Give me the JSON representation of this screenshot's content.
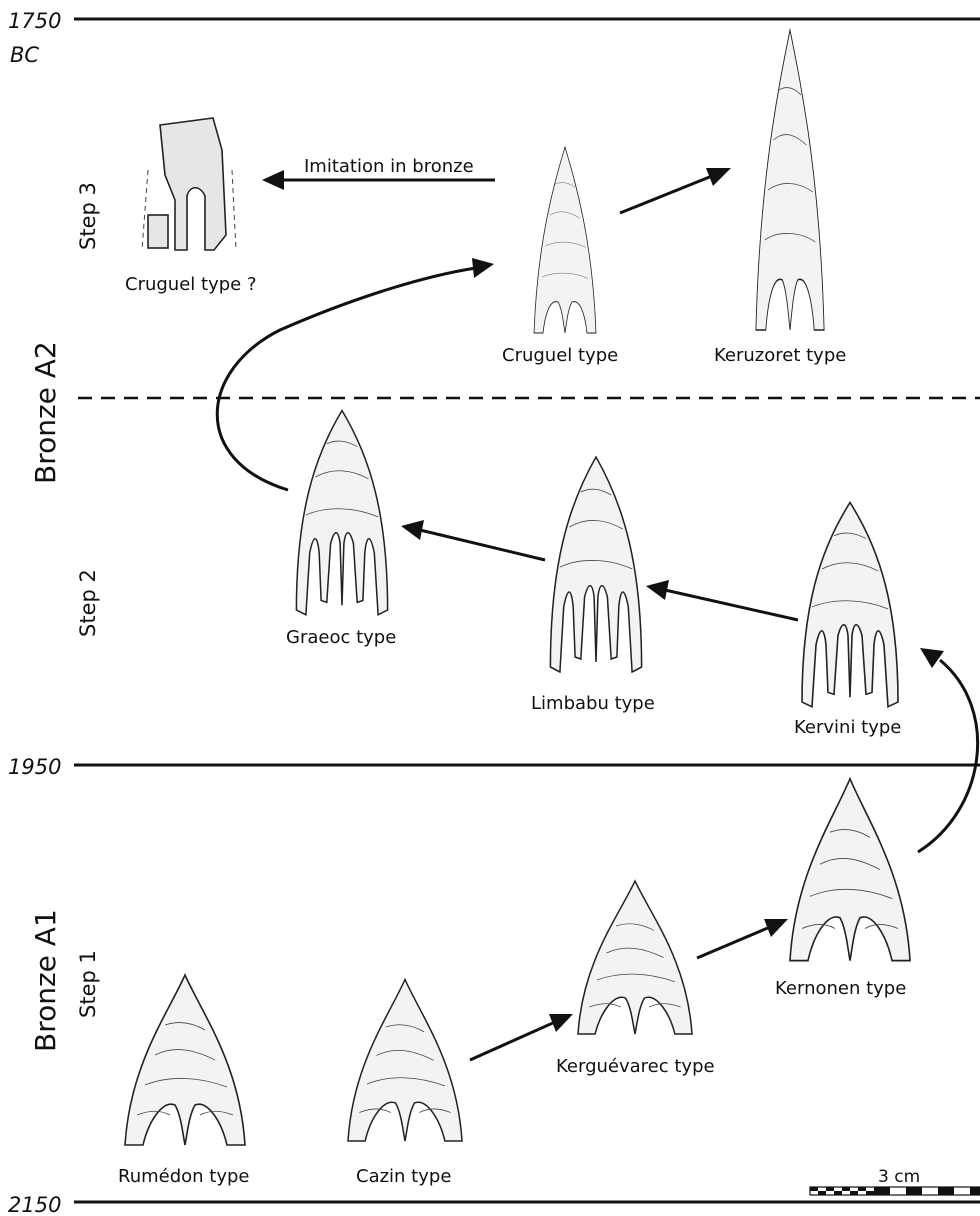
{
  "dates": {
    "top": "1750",
    "top_unit": "BC",
    "middle": "1950",
    "bottom": "2150"
  },
  "periods": {
    "upper": "Bronze A2",
    "lower": "Bronze A1"
  },
  "steps": {
    "step3": "Step 3",
    "step2": "Step 2",
    "step1": "Step 1"
  },
  "annotations": {
    "imitation": "Imitation in bronze"
  },
  "types": {
    "cruguel_question": "Cruguel type ?",
    "cruguel": "Cruguel type",
    "keruzoret": "Keruzoret type",
    "graeoc": "Graeoc type",
    "limbabu": "Limbabu type",
    "kervini": "Kervini type",
    "kernonen": "Kernonen  type",
    "kerguevarec": "Kerguévarec type",
    "rumedon": "Rumédon type",
    "cazin": "Cazin type"
  },
  "scale": {
    "label": "3 cm"
  }
}
